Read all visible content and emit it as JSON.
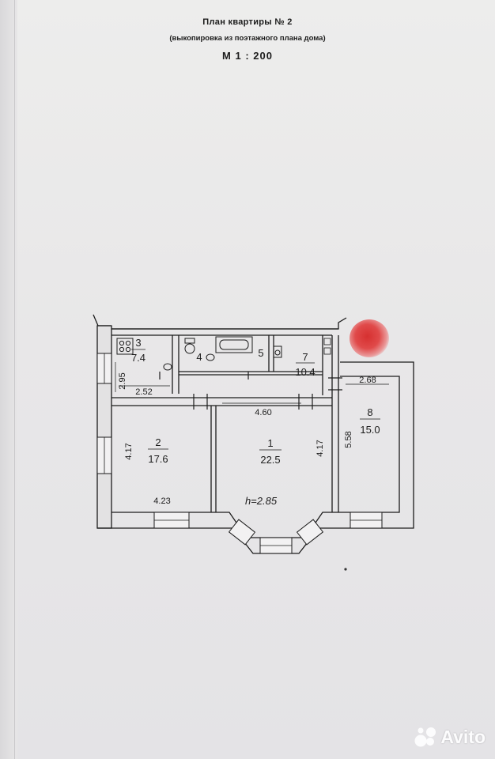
{
  "document": {
    "title": "План квартиры № 2",
    "subtitle": "(выкопировка из поэтажного плана дома)",
    "scale": "М 1 : 200"
  },
  "rooms": [
    {
      "number": "1",
      "area": "22.5"
    },
    {
      "number": "2",
      "area": "17.6"
    },
    {
      "number": "3",
      "area": "7.4"
    },
    {
      "number": "4",
      "area": ""
    },
    {
      "number": "5",
      "area": ""
    },
    {
      "number": "7",
      "area": "10.4"
    },
    {
      "number": "8",
      "area": "15.0"
    }
  ],
  "dimensions": {
    "room3_height": "2.95",
    "room3_width": "2.52",
    "room1_width": "4.60",
    "room1_height": "4.17",
    "room2_height": "4.17",
    "room2_width": "4.23",
    "room8_height": "5.58",
    "room8_width": "2.68"
  },
  "ceiling_height": "h=2.85",
  "watermark": {
    "text": "Avito"
  },
  "icons": [
    "stove-icon",
    "toilet-icon",
    "bathtub-icon",
    "boiler-icon",
    "red-mark",
    "avito-logo"
  ],
  "colors": {
    "paper": "#e8e7e8",
    "ink": "#1c1c1c",
    "mark": "#dd3b3b"
  }
}
